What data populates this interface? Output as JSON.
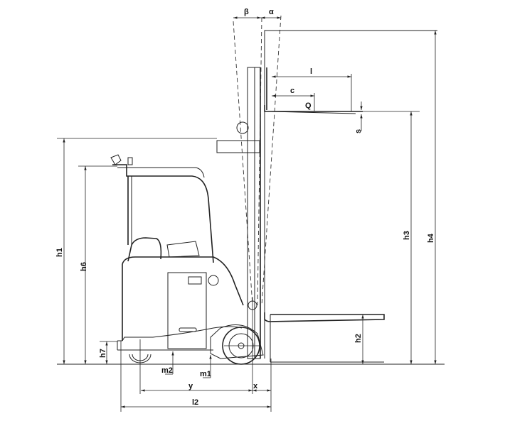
{
  "labels": {
    "beta": "β",
    "alpha": "α",
    "l": "l",
    "c": "c",
    "Q": "Q",
    "s": "s",
    "h1": "h1",
    "h6": "h6",
    "h7": "h7",
    "h3": "h3",
    "h4": "h4",
    "h2": "h2",
    "m2": "m2",
    "m1": "m1",
    "y": "y",
    "x": "x",
    "l2": "l2"
  }
}
